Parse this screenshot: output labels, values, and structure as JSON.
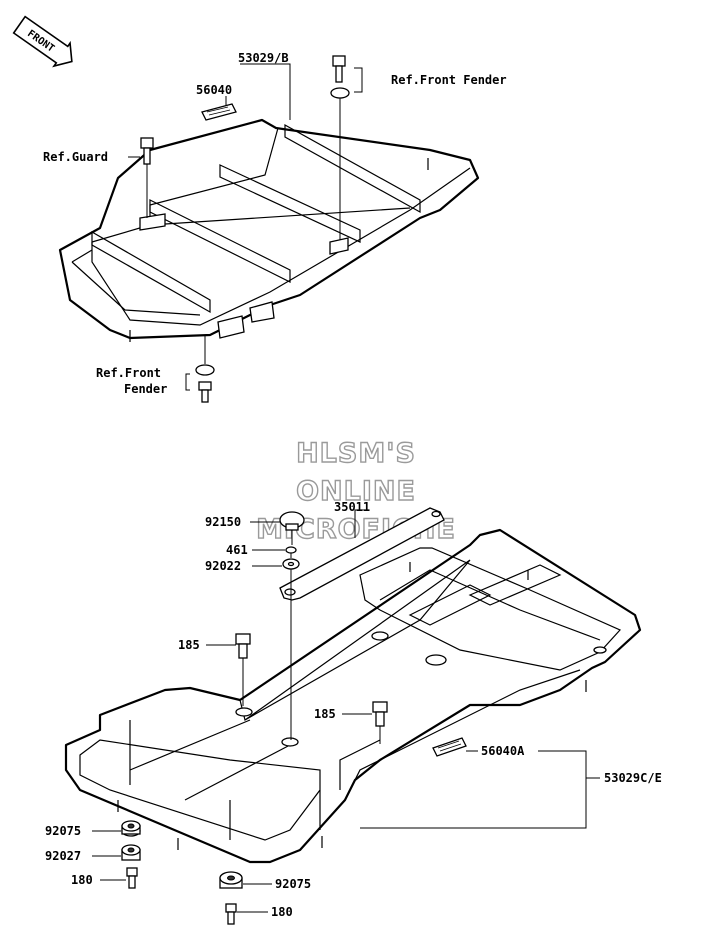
{
  "front_badge": "FRONT",
  "watermark": {
    "line1": "HLSM'S",
    "line2": "ONLINE",
    "line3": "MICROFICHE"
  },
  "upper_labels": {
    "p53029b": "53029/B",
    "p56040": "56040",
    "ref_front_fender_top": "Ref.Front Fender",
    "ref_guard": "Ref.Guard",
    "ref_front_fender_bottom_1": "Ref.Front",
    "ref_front_fender_bottom_2": "Fender"
  },
  "lower_labels": {
    "p35011": "35011",
    "p92150": "92150",
    "p461": "461",
    "p92022": "92022",
    "p185_a": "185",
    "p185_b": "185",
    "p56040a": "56040A",
    "p53029ce": "53029C/E",
    "p92075_a": "92075",
    "p92027": "92027",
    "p180_a": "180",
    "p92075_b": "92075",
    "p180_b": "180"
  }
}
